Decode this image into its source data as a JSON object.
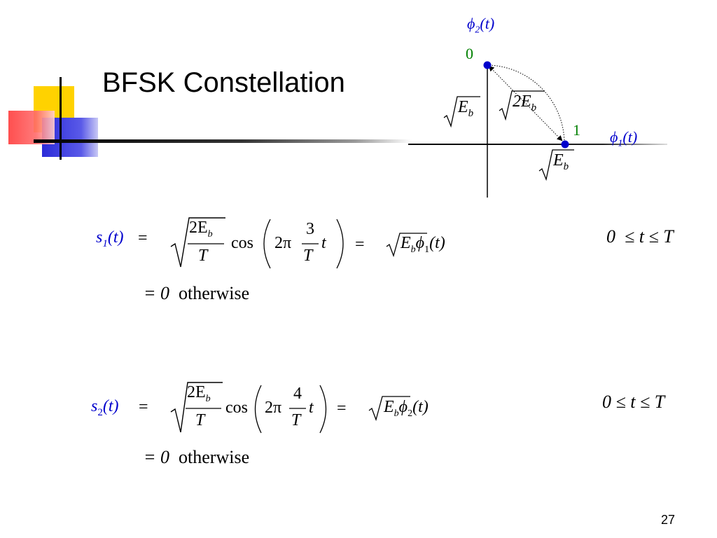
{
  "slide": {
    "title": "BFSK Constellation",
    "page_number": "27"
  },
  "constellation": {
    "phi2_axis_label": "ϕ",
    "phi2_subscript": "2",
    "phi2_arg": "(t)",
    "phi1_axis_label": "ϕ",
    "phi1_subscript": "1",
    "phi1_arg": "(t)",
    "point0_label": "0",
    "point1_label": "1",
    "sqrt_eb_vertical": "E",
    "sqrt_eb_vertical_sub": "b",
    "sqrt_2eb": "2E",
    "sqrt_2eb_sub": "b",
    "sqrt_eb_horizontal": "E",
    "sqrt_eb_horizontal_sub": "b",
    "colors": {
      "point": "#0000cc",
      "bit_label": "#008000",
      "phi_label": "#0000cc"
    }
  },
  "equation1": {
    "lhs_s": "s",
    "lhs_sub": "1",
    "lhs_arg": "(t)",
    "eq": "=",
    "frac_num": "2E",
    "frac_num_sub": "b",
    "frac_den": "T",
    "cos": "cos",
    "two_pi": "2π",
    "inner_num": "3",
    "inner_den": "T",
    "inner_t": "t",
    "eq2": "=",
    "rhs_E": "E",
    "rhs_E_sub": "b",
    "rhs_phi": "ϕ",
    "rhs_phi_sub": "1",
    "rhs_arg": "(t)",
    "range": "0  ≤ t ≤ T",
    "otherwise_eq": "= 0",
    "otherwise": "otherwise"
  },
  "equation2": {
    "lhs_s": "s",
    "lhs_sub": "2",
    "lhs_arg": "(t)",
    "eq": "=",
    "frac_num": "2E",
    "frac_num_sub": "b",
    "frac_den": "T",
    "cos": "cos",
    "two_pi": "2π",
    "inner_num": "4",
    "inner_den": "T",
    "inner_t": "t",
    "eq2": "=",
    "rhs_E": "E",
    "rhs_E_sub": "b",
    "rhs_phi": "ϕ",
    "rhs_phi_sub": "2",
    "rhs_arg": "(t)",
    "range": "0 ≤ t ≤ T",
    "otherwise_eq": "= 0",
    "otherwise": "otherwise"
  }
}
